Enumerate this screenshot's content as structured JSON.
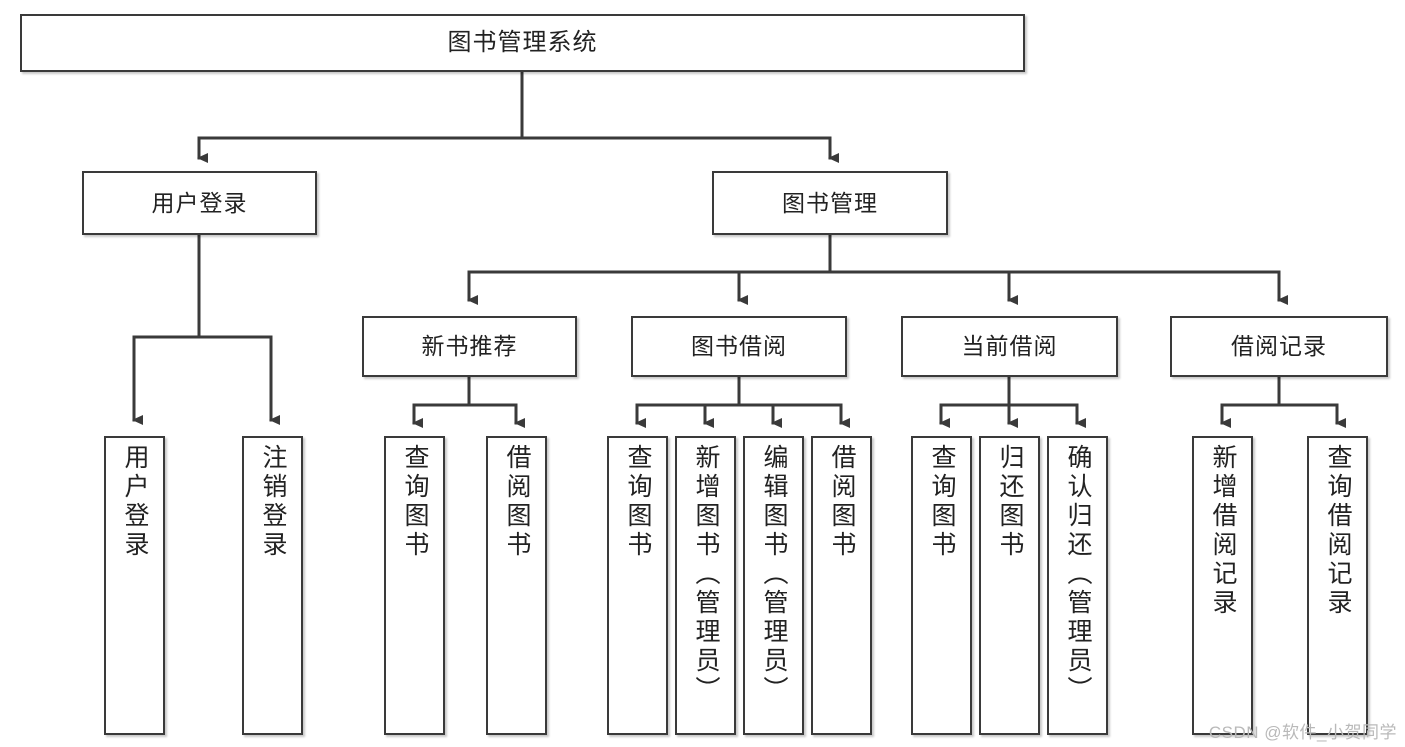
{
  "diagram": {
    "title": "图书管理系统",
    "type": "tree-hierarchy",
    "watermark": "CSDN @软件_小贺同学",
    "colors": {
      "box_border": "#3a3a3a",
      "box_fill": "#ffffff",
      "edge": "#3a3a3a",
      "text": "#222222",
      "watermark": "#b9b9b9"
    },
    "levels": {
      "root": {
        "label": "图书管理系统"
      },
      "level2": [
        {
          "id": "user-login",
          "label": "用户登录"
        },
        {
          "id": "book-manage",
          "label": "图书管理"
        }
      ],
      "level3": [
        {
          "id": "new-book-rec",
          "label": "新书推荐",
          "parent": "book-manage"
        },
        {
          "id": "book-borrow",
          "label": "图书借阅",
          "parent": "book-manage"
        },
        {
          "id": "current-borrow",
          "label": "当前借阅",
          "parent": "book-manage"
        },
        {
          "id": "borrow-record",
          "label": "借阅记录",
          "parent": "book-manage"
        }
      ],
      "leaves": [
        {
          "id": "leaf-1",
          "label": "用户登录",
          "parent": "user-login"
        },
        {
          "id": "leaf-2",
          "label": "注销登录",
          "parent": "user-login"
        },
        {
          "id": "leaf-3",
          "label": "查询图书",
          "parent": "new-book-rec"
        },
        {
          "id": "leaf-4",
          "label": "借阅图书",
          "parent": "new-book-rec"
        },
        {
          "id": "leaf-5",
          "label": "查询图书",
          "parent": "book-borrow"
        },
        {
          "id": "leaf-6",
          "label": "新增图书（管理员）",
          "parent": "book-borrow"
        },
        {
          "id": "leaf-7",
          "label": "编辑图书（管理员）",
          "parent": "book-borrow"
        },
        {
          "id": "leaf-8",
          "label": "借阅图书",
          "parent": "book-borrow"
        },
        {
          "id": "leaf-9",
          "label": "查询图书",
          "parent": "current-borrow"
        },
        {
          "id": "leaf-10",
          "label": "归还图书",
          "parent": "current-borrow"
        },
        {
          "id": "leaf-11",
          "label": "确认归还（管理员）",
          "parent": "current-borrow"
        },
        {
          "id": "leaf-12",
          "label": "新增借阅记录",
          "parent": "borrow-record"
        },
        {
          "id": "leaf-13",
          "label": "查询借阅记录",
          "parent": "borrow-record"
        }
      ]
    }
  }
}
